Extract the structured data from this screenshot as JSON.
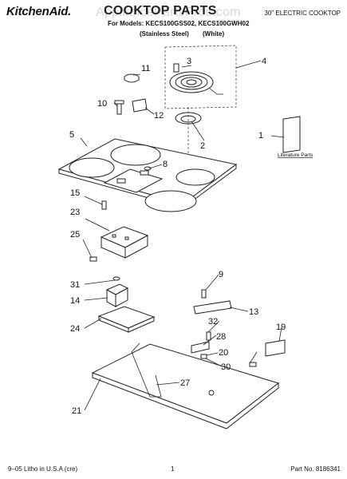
{
  "header": {
    "brand": "KitchenAid.",
    "title": "COOKTOP PARTS",
    "subtitle": "30\" ELECTRIC COOKTOP",
    "models_line": "For Models: KECS100GSS02, KECS100GWH02",
    "finish_ss": "(Stainless Steel)",
    "finish_wh": "(White)",
    "watermark": "AppliancePartsPros.com"
  },
  "literature": {
    "label": "Literature Parts"
  },
  "callouts": {
    "c1": "1",
    "c2": "2",
    "c3": "3",
    "c4": "4",
    "c5": "5",
    "c8": "8",
    "c9": "9",
    "c10": "10",
    "c11": "11",
    "c12": "12",
    "c13": "13",
    "c14": "14",
    "c15": "15",
    "c19": "19",
    "c20": "20",
    "c21": "21",
    "c23": "23",
    "c24": "24",
    "c25": "25",
    "c27": "27",
    "c28": "28",
    "c30": "30",
    "c31": "31",
    "c32": "32"
  },
  "footer": {
    "left": "9–05 Litho in U.S.A (cre)",
    "page": "1",
    "right": "Part No. 8186341"
  }
}
